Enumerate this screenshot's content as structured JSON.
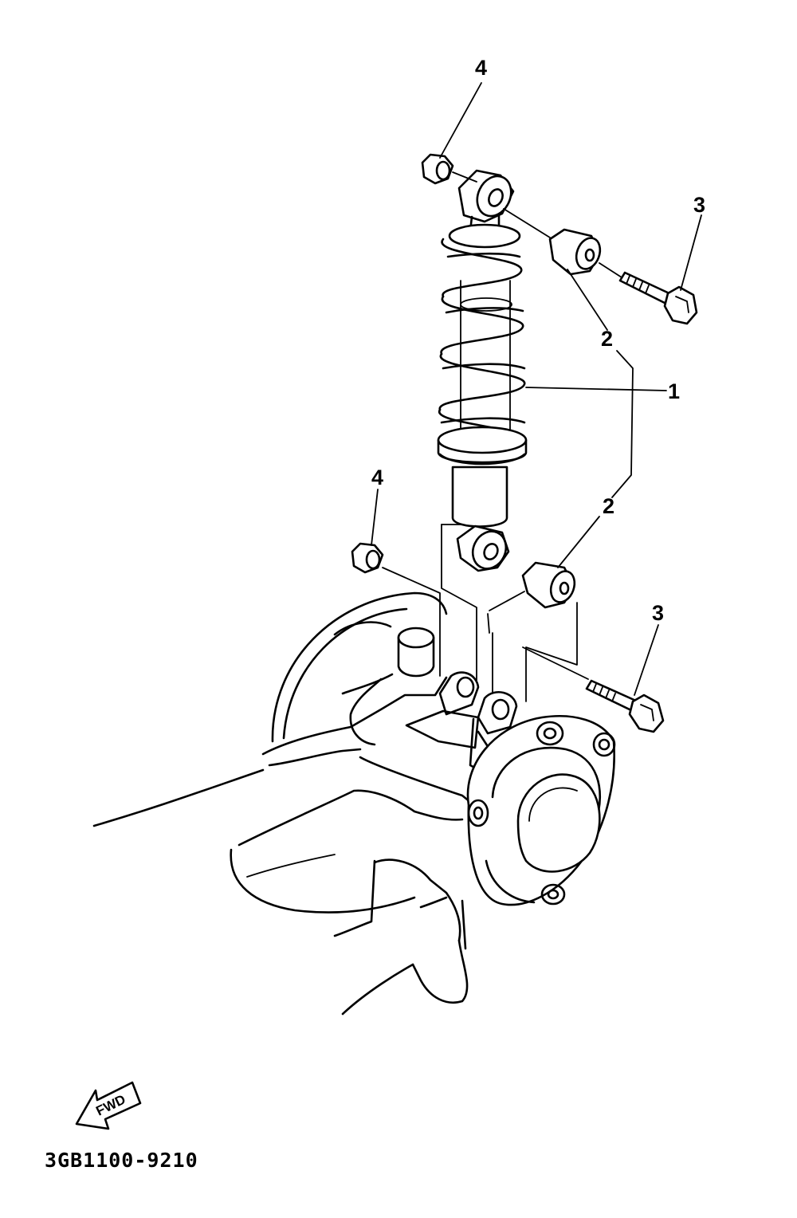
{
  "callouts": [
    {
      "part": "shock-absorber",
      "number": "1"
    },
    {
      "part": "bushing-upper",
      "number": "2"
    },
    {
      "part": "bushing-lower",
      "number": "2"
    },
    {
      "part": "bolt-upper",
      "number": "3"
    },
    {
      "part": "bolt-lower",
      "number": "3"
    },
    {
      "part": "nut-upper",
      "number": "4"
    },
    {
      "part": "nut-lower",
      "number": "4"
    }
  ],
  "direction_label": "FWD",
  "diagram_code": "3GB1100-9210",
  "colors": {
    "ink": "#000000",
    "background": "#ffffff"
  }
}
